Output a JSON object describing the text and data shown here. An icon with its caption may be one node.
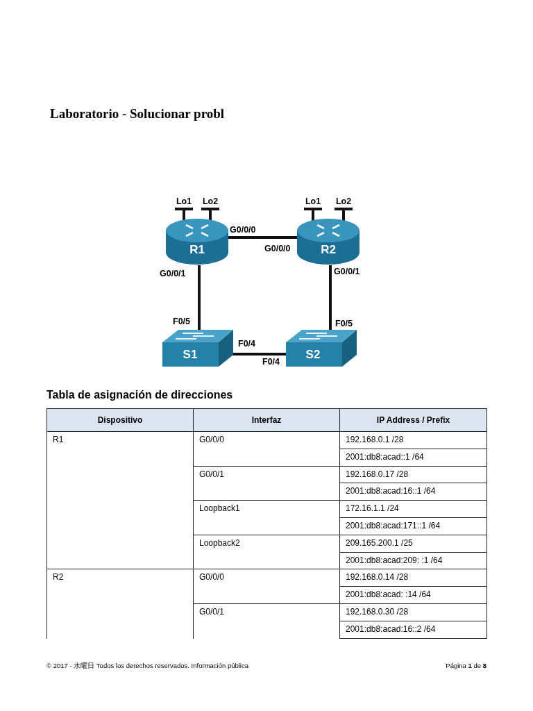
{
  "diagram": {
    "title": "Laboratorio - Solucionar probl",
    "nodes": [
      {
        "text": [
          "Lo1"
        ]
      },
      {
        "text": [
          "Lo2"
        ]
      },
      {
        "text": [
          "Lo1"
        ]
      },
      {
        "text": [
          "Lo2"
        ]
      },
      {
        "text": [
          "R1"
        ]
      },
      {
        "text": [
          "R2"
        ]
      },
      {
        "text": [
          "S1"
        ]
      },
      {
        "text": [
          "S2"
        ]
      }
    ],
    "edges": [
      {
        "from": 0,
        "to": 4,
        "arrow": "none"
      },
      {
        "from": 1,
        "to": 4,
        "arrow": "none"
      },
      {
        "from": 2,
        "to": 5,
        "arrow": "none"
      },
      {
        "from": 3,
        "to": 5,
        "arrow": "none"
      },
      {
        "from": 4,
        "to": 5,
        "arrow": "none"
      },
      {
        "from": 4,
        "to": 6,
        "arrow": "none"
      },
      {
        "from": 5,
        "to": 7,
        "arrow": "none"
      },
      {
        "from": 6,
        "to": 7,
        "arrow": "none"
      }
    ],
    "labels": [
      "G0/0/0",
      "G0/0/0",
      "G0/0/1",
      "G0/0/1",
      "F0/5",
      "F0/5",
      "F0/4",
      "F0/4",
      "Tabla de asignación de direcciones",
      "Dispositivo",
      "Interfaz",
      "IP Address / Prefix",
      "R1",
      "G0/0/0",
      "192.168.0.1 /28",
      "2001:db8:acad::1 /64",
      "G0/0/1",
      "192.168.0.17 /28",
      "2001:db8:acad:16::1 /64",
      "Loopback1",
      "172.16.1.1 /24",
      "2001:db8:acad:171::1 /64",
      "Loopback2",
      "209.165.200.1 /25",
      "2001:db8:acad:209: :1 /64",
      "R2",
      "G0/0/0",
      "192.168.0.14 /28",
      "2001:db8:acad: :14 /64",
      "G0/0/1",
      "192.168.0.30 /28",
      "2001:db8:acad:16::2 /64",
      "© 2017 - 水曜日 Todos los derechos reservados. Información pública",
      "Página **1** de **8**"
    ]
  }
}
